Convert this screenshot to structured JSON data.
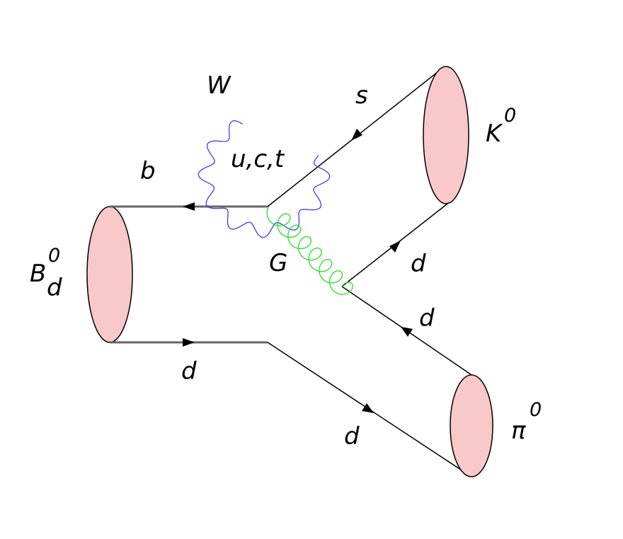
{
  "particles": {
    "b_meson": {
      "base": "B",
      "sup": "0",
      "sub": "d"
    },
    "kaon": {
      "base": "K",
      "sup": "0"
    },
    "pion": {
      "base": "π",
      "sup": "0"
    }
  },
  "bosons": {
    "w": "W",
    "gluon": "G"
  },
  "loop_quarks": "u,c,t",
  "quarks": {
    "b": "b",
    "s": "s",
    "d_kaon": "d",
    "d_pion_upper": "d",
    "d_bottom_left": "d",
    "d_bottom_right": "d"
  },
  "colors": {
    "hadron_fill": "#f9c8c8",
    "w_boson": "#3b3bf5",
    "gluon": "#22e022",
    "quark_line": "#000000",
    "b_line": "#666666"
  }
}
